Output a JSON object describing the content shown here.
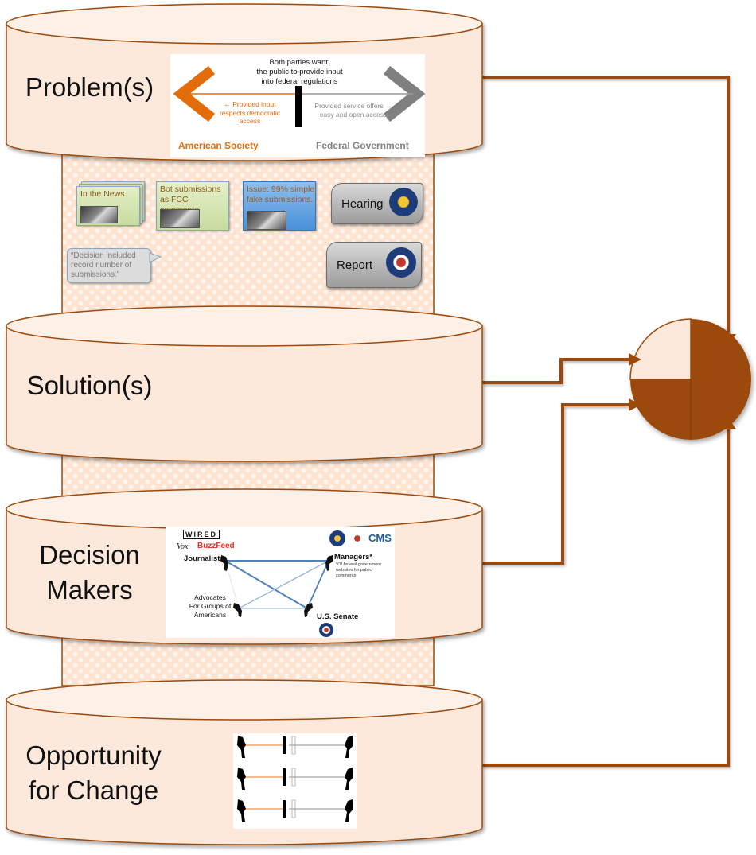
{
  "colors": {
    "stroke": "#9c4a08",
    "cylinder_fill": "#fde9dc",
    "cylinder_top": "#fdf0e6",
    "pattern_bg": "#fde8d8",
    "connector": "#9c4a08",
    "circle_dark": "#9c4a08",
    "circle_light": "#fde9dc",
    "orange": "#e36c0a",
    "gray": "#808080",
    "blue_line": "#4f81bd"
  },
  "stages": [
    {
      "id": "problems",
      "label": "Problem(s)"
    },
    {
      "id": "solutions",
      "label": "Solution(s)"
    },
    {
      "id": "decision_makers",
      "label_line1": "Decision",
      "label_line2": "Makers"
    },
    {
      "id": "opportunity",
      "label_line1": "Opportunity",
      "label_line2": "for Change"
    }
  ],
  "problem_panel": {
    "heading_line1": "Both parties want:",
    "heading_line2": "the public to provide input",
    "heading_line3": "into federal regulations",
    "left_note_line1": "← Provided input",
    "left_note_line2": "respects democratic",
    "left_note_line3": "access",
    "right_note_line1": "Provided service offers →",
    "right_note_line2": "easy and open access",
    "left_party": "American Society",
    "right_party": "Federal Government"
  },
  "evidence": {
    "news_note": "In the News",
    "bot_note_line1": "Bot submissions",
    "bot_note_line2": "as FCC comments",
    "issue_note_line1": "Issue: 99% simple",
    "issue_note_line2": "fake submissions.",
    "hearing_label": "Hearing",
    "report_label": "Report",
    "quote_line1": "“Decision included",
    "quote_line2": "record number of",
    "quote_line3": "submissions.”"
  },
  "decision_panel": {
    "logo_wired": "WIRED",
    "logo_vox": "Vox",
    "logo_buzzfeed": "BuzzFeed",
    "logo_cms": "CMS",
    "journalists": "Journalists",
    "managers": "Managers*",
    "managers_note_line1": "*Of federal government",
    "managers_note_line2": "websites for public",
    "managers_note_line3": "comments",
    "advocates_line1": "Advocates",
    "advocates_line2": "For Groups of",
    "advocates_line3": "Americans",
    "senate": "U.S. Senate"
  },
  "opportunity_panel": {
    "rows": 3
  },
  "cycle_circle": {
    "light_fraction": 0.25,
    "dark_fraction": 0.75
  }
}
